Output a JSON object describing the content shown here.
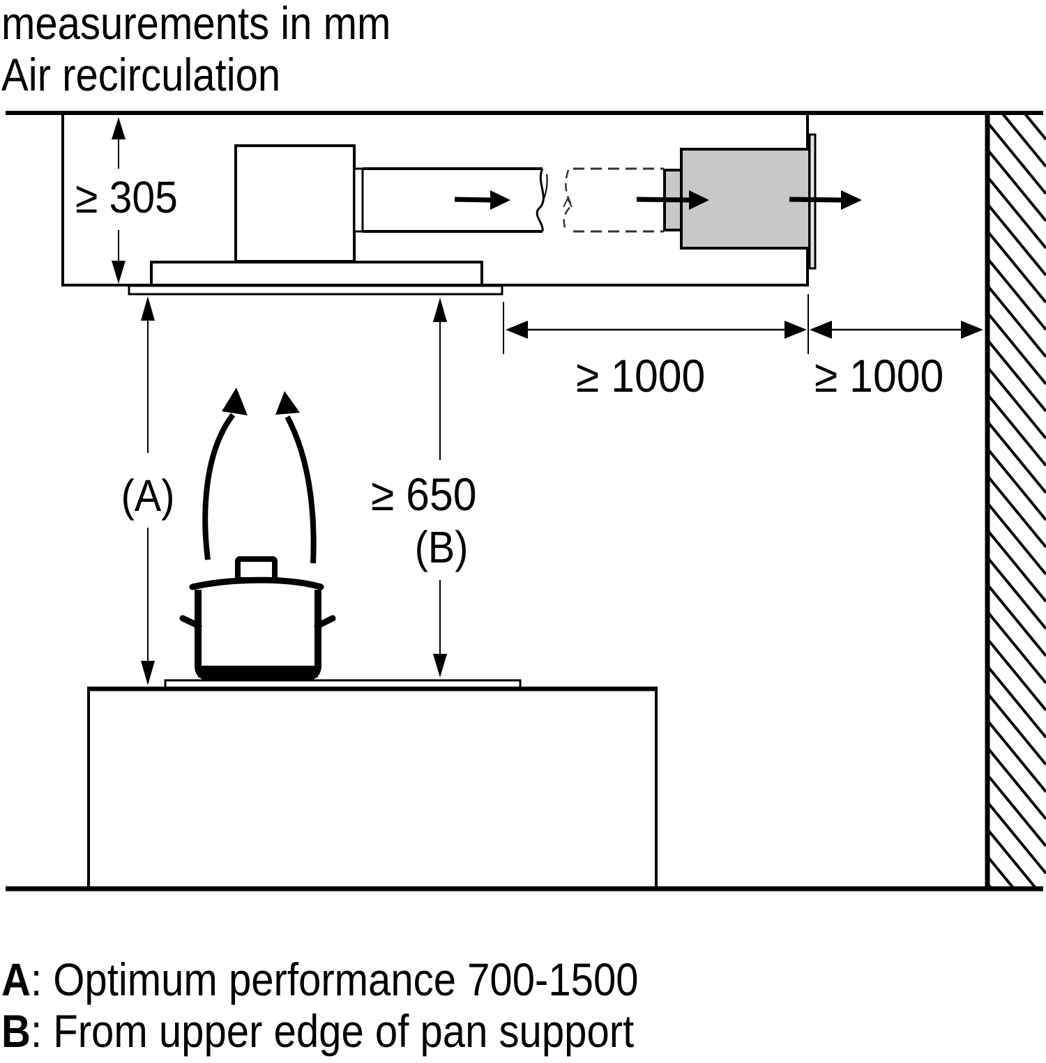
{
  "header": {
    "units_note": "measurements in mm",
    "mode_title": "Air recirculation"
  },
  "dimensions": {
    "hood_height": "≥ 305",
    "duct_clearance": "≥ 1000",
    "wall_clearance": "≥ 1000",
    "min_height_value": "≥ 650",
    "label_a": "(A)",
    "label_b": "(B)"
  },
  "legend": [
    {
      "key": "A",
      "sep": ":",
      "text": " Optimum performance 700-1500"
    },
    {
      "key": "B",
      "sep": ":",
      "text": " From upper edge of pan support"
    }
  ],
  "colors": {
    "line": "#000000",
    "module_fill": "#c8c8c8",
    "background": "#ffffff"
  }
}
